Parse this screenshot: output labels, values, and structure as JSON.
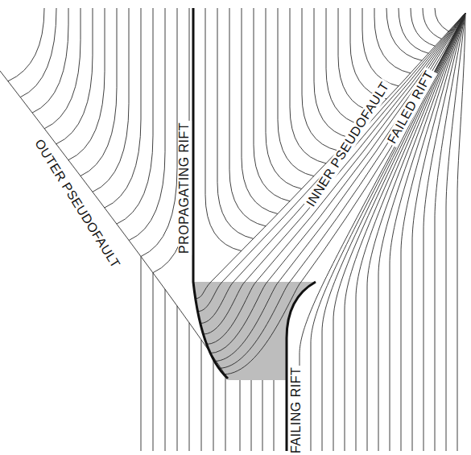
{
  "diagram": {
    "labels": [
      "OUTER PSEUDOFAULT",
      "PROPAGATING RIFT",
      "INNER PSEUDOFAULT",
      "FAILED RIFT",
      "FAILING RIFT"
    ]
  }
}
